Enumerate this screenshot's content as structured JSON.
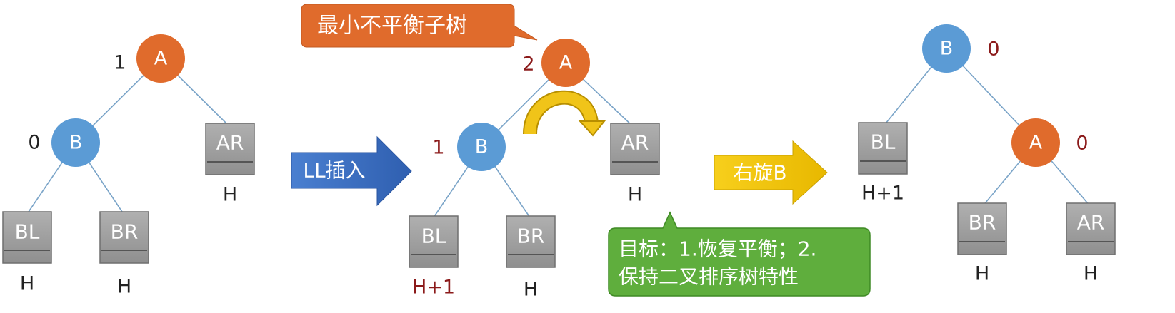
{
  "colors": {
    "node_A": "#e06b2c",
    "node_B": "#5b9bd5",
    "subtree_box": "#9e9e9e",
    "edge": "#7aa4c8",
    "balance_red": "#8b1a1a",
    "callout_orange": "#e06b2c",
    "callout_green": "#5fae3d",
    "arrow_blue": "#3a6fc4",
    "arrow_yellow": "#f2c200",
    "rotation_arrow": "#f0c419"
  },
  "panel_before": {
    "root_label": "A",
    "root_balance": "1",
    "left_label": "B",
    "left_balance": "0",
    "subtree_BL": "BL",
    "subtree_BR": "BR",
    "subtree_AR": "AR",
    "height_BL": "H",
    "height_BR": "H",
    "height_AR": "H"
  },
  "arrow_insert": {
    "label": "LL插入"
  },
  "panel_middle": {
    "callout_text": "最小不平衡子树",
    "root_label": "A",
    "root_balance": "2",
    "left_label": "B",
    "left_balance": "1",
    "subtree_BL": "BL",
    "subtree_BR": "BR",
    "subtree_AR": "AR",
    "height_BL": "H+1",
    "height_BR": "H",
    "height_AR": "H",
    "goal_line1": "目标：1.恢复平衡；2.",
    "goal_line2": "保持二叉排序树特性"
  },
  "arrow_rotate": {
    "label": "右旋B"
  },
  "panel_after": {
    "root_label": "B",
    "root_balance": "0",
    "right_label": "A",
    "right_balance": "0",
    "subtree_BL": "BL",
    "subtree_BR": "BR",
    "subtree_AR": "AR",
    "height_BL": "H+1",
    "height_BR": "H",
    "height_AR": "H"
  }
}
